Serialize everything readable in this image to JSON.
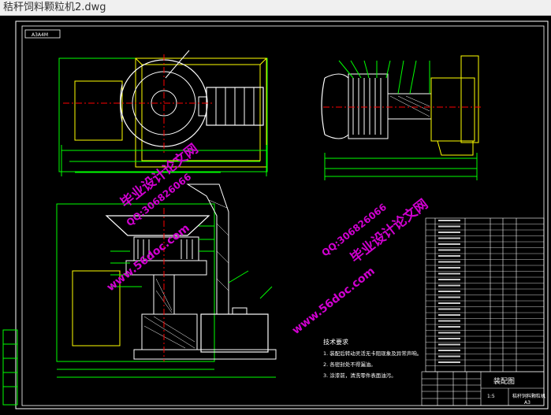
{
  "window": {
    "title": "秸秆饲料颗粒机2.dwg"
  },
  "drawing": {
    "tag": "A3A4M",
    "tech_heading": "技术要求",
    "tech_requirements": [
      "1. 装配后转动灵活无卡阻现象及异常声响。",
      "2. 各密封处不得漏油。",
      "3. 涂漆前，清洗零件表面油污。"
    ],
    "scale": "1:5",
    "title_block_name": "装配图",
    "title_block_sub": "秸秆饲料颗粒机",
    "sheet_code": "A3"
  },
  "watermark": {
    "site": "www.56doc.com",
    "qq": "QQ:306826066",
    "brand": "毕业设计论文网"
  },
  "colors": {
    "line_yellow": "#ffff00",
    "line_green": "#00ff00",
    "line_white": "#ffffff",
    "center_red": "#ff0000",
    "watermark_pink": "#d000d0"
  }
}
